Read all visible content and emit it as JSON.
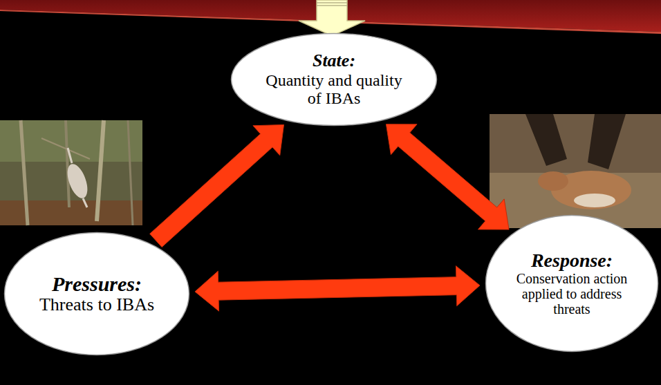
{
  "diagram": {
    "nodes": [
      {
        "text": [
          "State:",
          "Quantity and quality of IBAs"
        ]
      },
      {
        "text": [
          "Pressures:",
          "Threats to IBAs"
        ]
      },
      {
        "text": [
          "Response:",
          "Conservation action applied to address threats"
        ]
      }
    ],
    "edges": [
      {
        "from": 1,
        "to": 0,
        "arrow": "to"
      },
      {
        "from": 0,
        "to": 2,
        "arrow": "both"
      },
      {
        "from": 1,
        "to": 2,
        "arrow": "both"
      }
    ]
  }
}
